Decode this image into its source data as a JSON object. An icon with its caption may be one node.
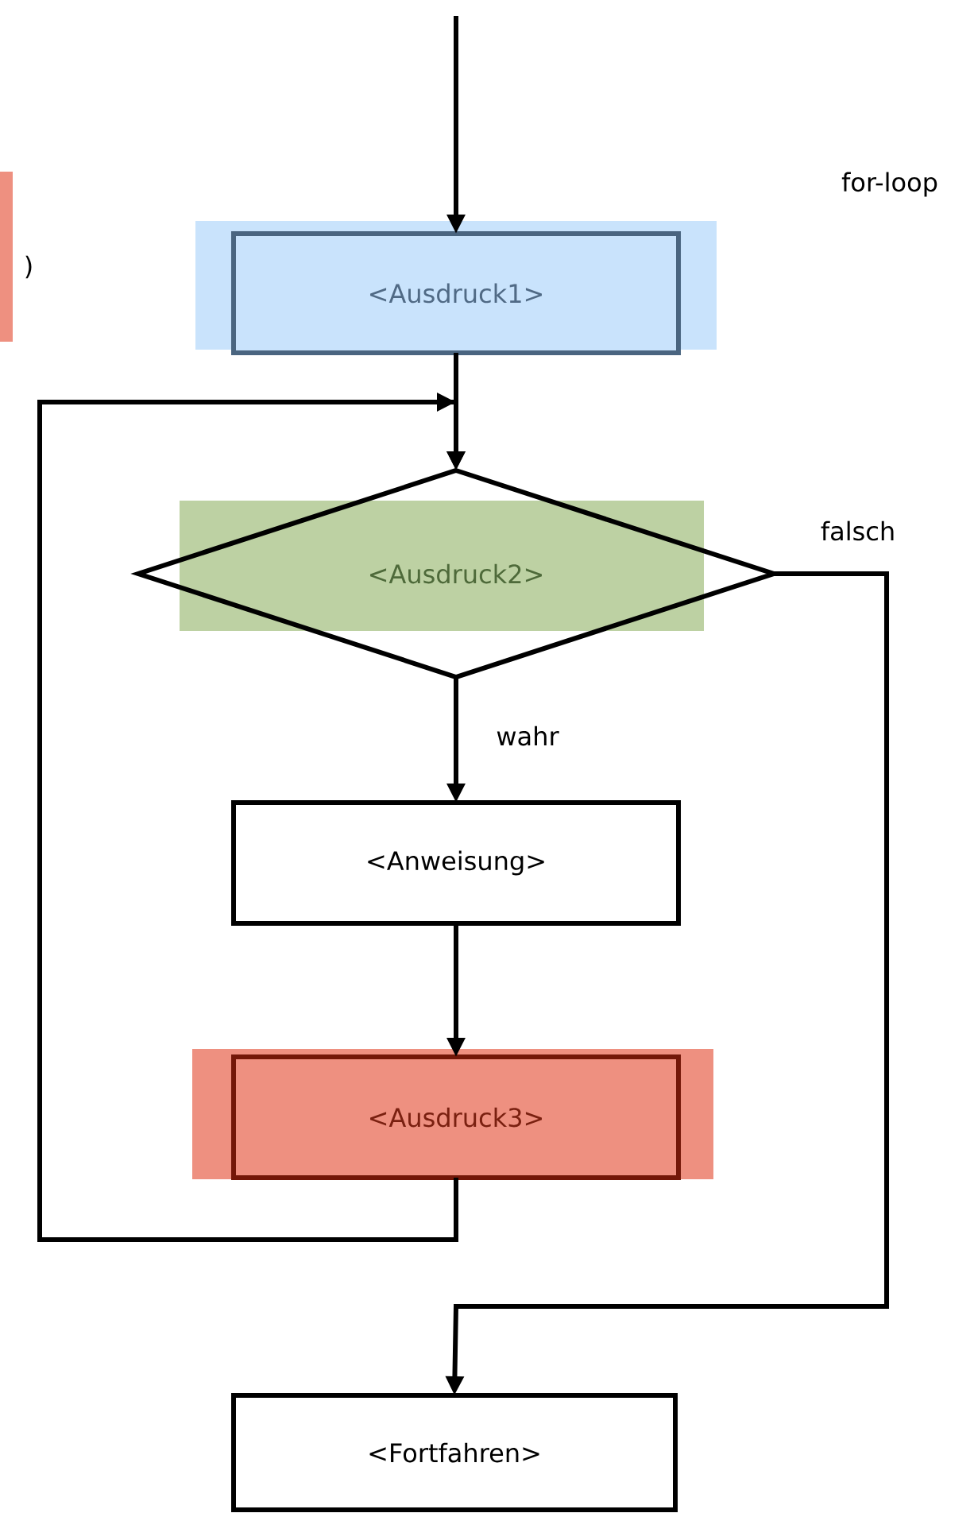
{
  "diagram": {
    "nodes": [
      {
        "text": [
          "<Ausdruck1>"
        ]
      },
      {
        "text": [
          "<Ausdruck2>"
        ]
      },
      {
        "text": [
          "<Anweisung>"
        ]
      },
      {
        "text": [
          "<Ausdruck3>"
        ]
      },
      {
        "text": [
          "<Fortfahren>"
        ]
      }
    ],
    "edges": [
      {
        "from": null,
        "to": 0,
        "arrow": "to"
      },
      {
        "from": 0,
        "to": 1,
        "arrow": "to"
      },
      {
        "from": 1,
        "to": 2,
        "arrow": "to",
        "label": "wahr"
      },
      {
        "from": 2,
        "to": 3,
        "arrow": "to"
      },
      {
        "from": 3,
        "to": 1,
        "arrow": "to"
      },
      {
        "from": 1,
        "to": 4,
        "arrow": "to",
        "label": "falsch"
      }
    ],
    "title": "for-loop",
    "labels": [
      ")"
    ]
  }
}
